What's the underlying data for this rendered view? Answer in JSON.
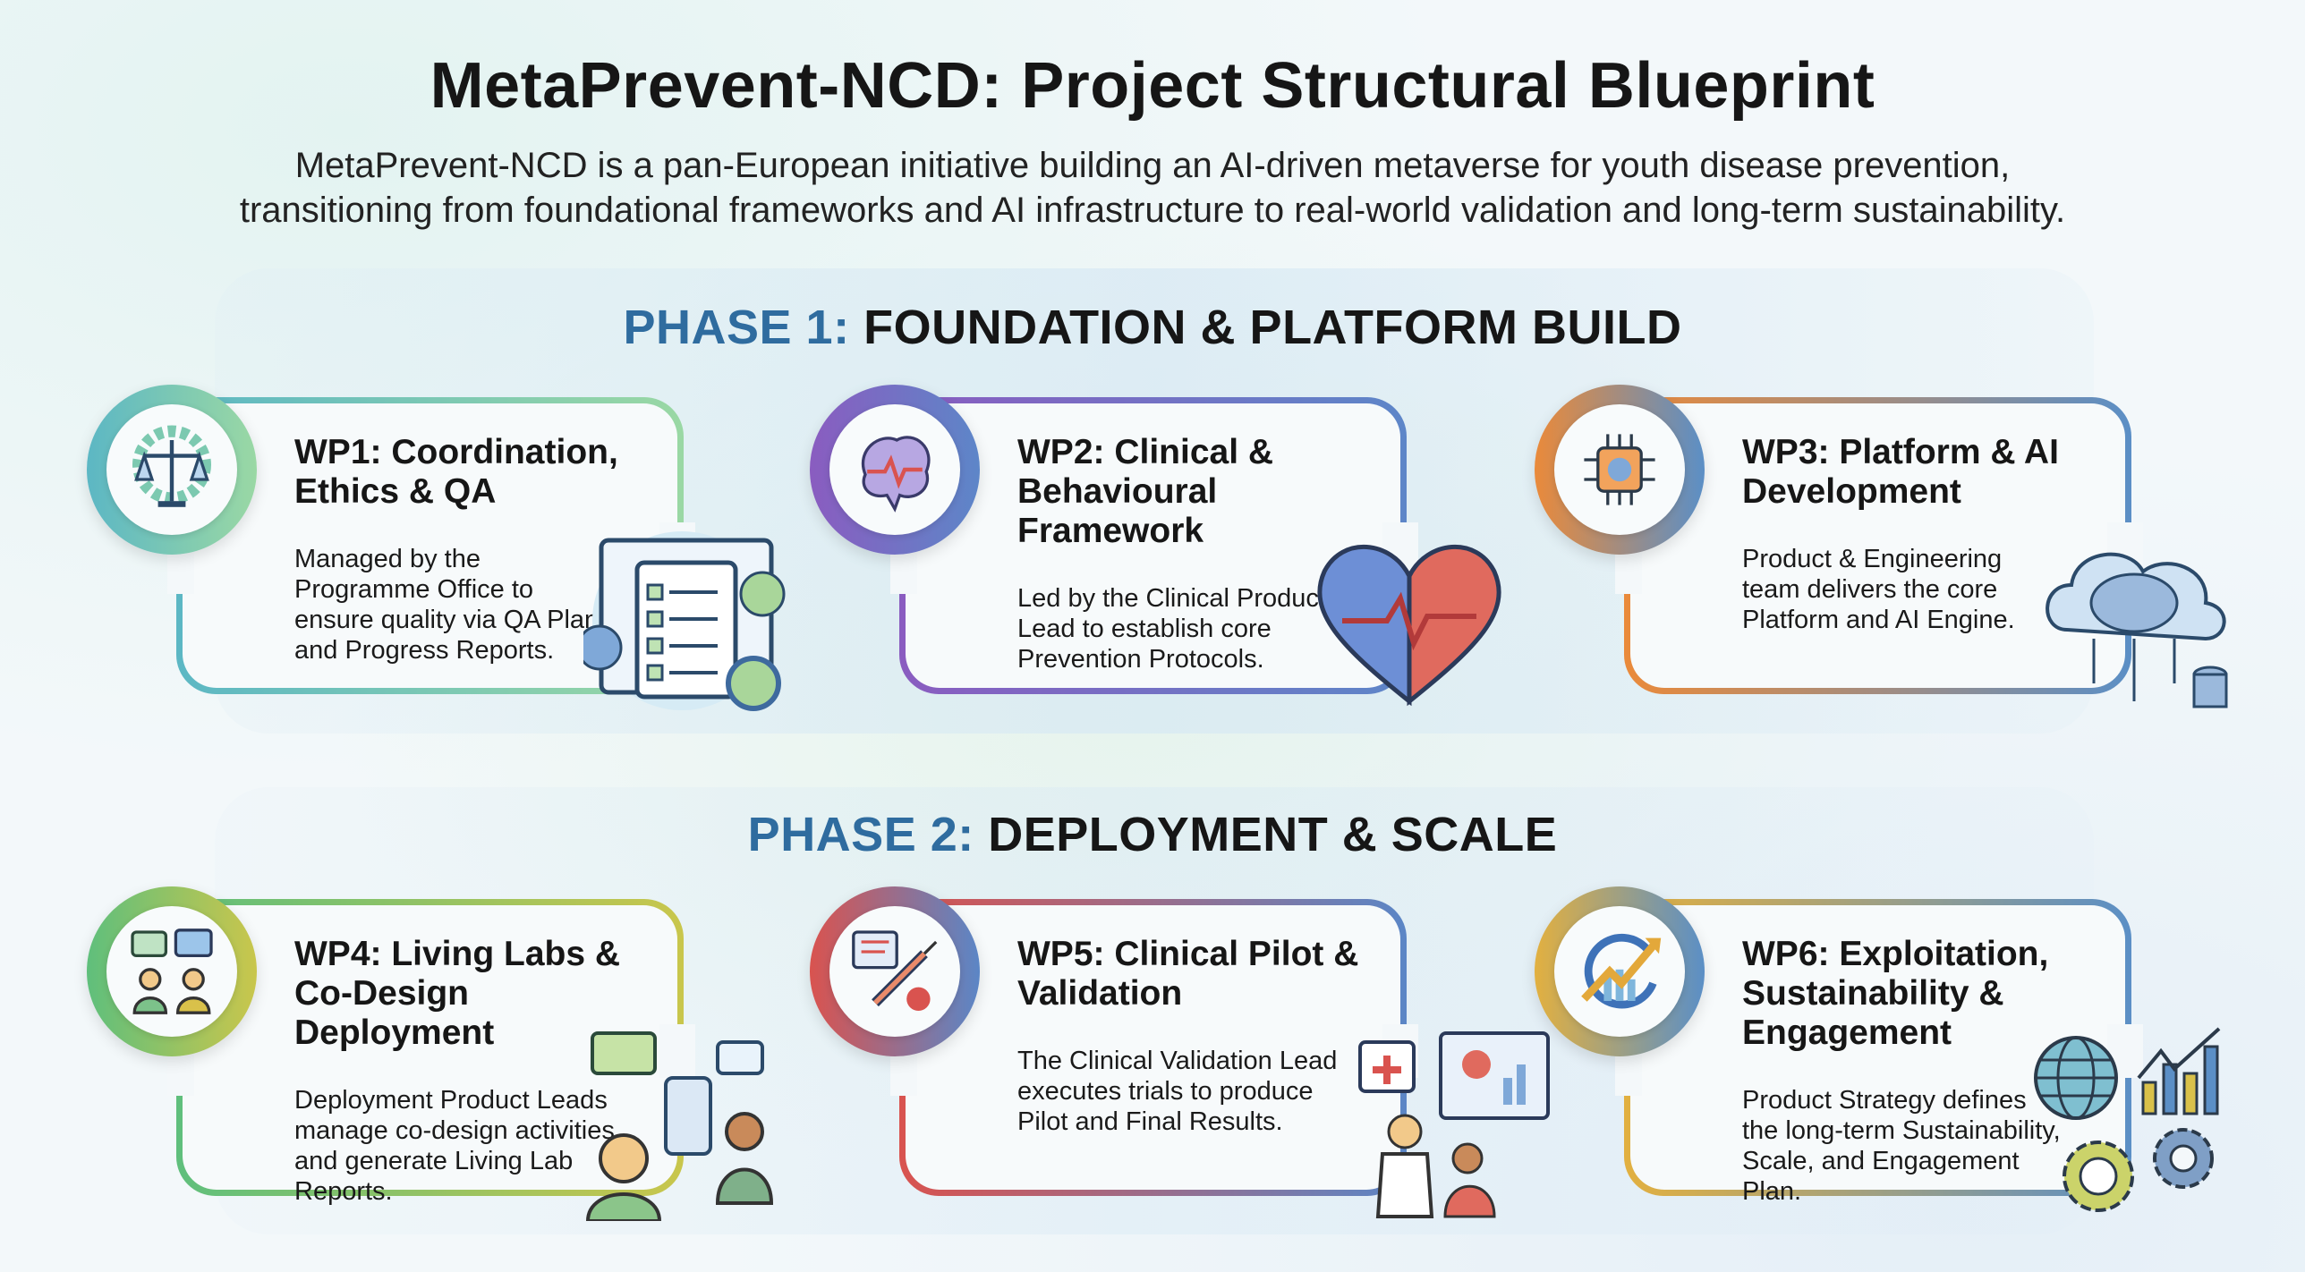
{
  "header": {
    "title": "MetaPrevent-NCD: Project Structural Blueprint",
    "subtitle_lines": [
      "MetaPrevent-NCD is a pan-European initiative building an AI-driven metaverse for youth disease prevention,",
      "transitioning from foundational frameworks and AI infrastructure to real-world validation and long-term sustainability."
    ]
  },
  "phases": [
    {
      "label": "PHASE 1:",
      "name": "FOUNDATION & PLATFORM BUILD"
    },
    {
      "label": "PHASE 2:",
      "name": "DEPLOYMENT & SCALE"
    }
  ],
  "cards": [
    {
      "title": "WP1: Coordination, Ethics & QA",
      "description": "Managed by the Programme Office to ensure quality via QA Plans and Progress Reports.",
      "icon": "scales-gear-icon",
      "illustration": "checklist-clipboard-icon",
      "colors": [
        "#5cb7c4",
        "#9ad8a4"
      ]
    },
    {
      "title": "WP2: Clinical & Behavioural Framework",
      "description": "Led by the Clinical Product Lead to establish core Prevention Protocols.",
      "icon": "brain-heartbeat-icon",
      "illustration": "heart-icon",
      "colors": [
        "#8a5cc0",
        "#5d86c8"
      ]
    },
    {
      "title": "WP3: Platform & AI Development",
      "description": "Product & Engineering team delivers the core Platform and AI Engine.",
      "icon": "ai-chip-brain-icon",
      "illustration": "cloud-brain-icon",
      "colors": [
        "#ea8a3a",
        "#5b8fc6"
      ]
    },
    {
      "title": "WP4: Living Labs & Co-Design Deployment",
      "description": "Deployment Product Leads manage co-design activities and generate Living Lab Reports.",
      "icon": "people-chat-icon",
      "illustration": "codesign-people-icon",
      "colors": [
        "#5fbf7c",
        "#c9c64c"
      ]
    },
    {
      "title": "WP5: Clinical Pilot & Validation",
      "description": "The Clinical Validation Lead executes trials to produce Pilot and Final Results.",
      "icon": "syringe-chart-icon",
      "illustration": "clinic-monitor-icon",
      "colors": [
        "#d9534f",
        "#5b86c6"
      ]
    },
    {
      "title": "WP6: Exploitation, Sustainability & Engagement",
      "description": "Product Strategy defines the long-term Sustainability, Scale, and Engagement Plan.",
      "icon": "growth-arrow-icon",
      "illustration": "globe-chart-gears-icon",
      "colors": [
        "#e2b040",
        "#5b8fc6"
      ]
    }
  ]
}
